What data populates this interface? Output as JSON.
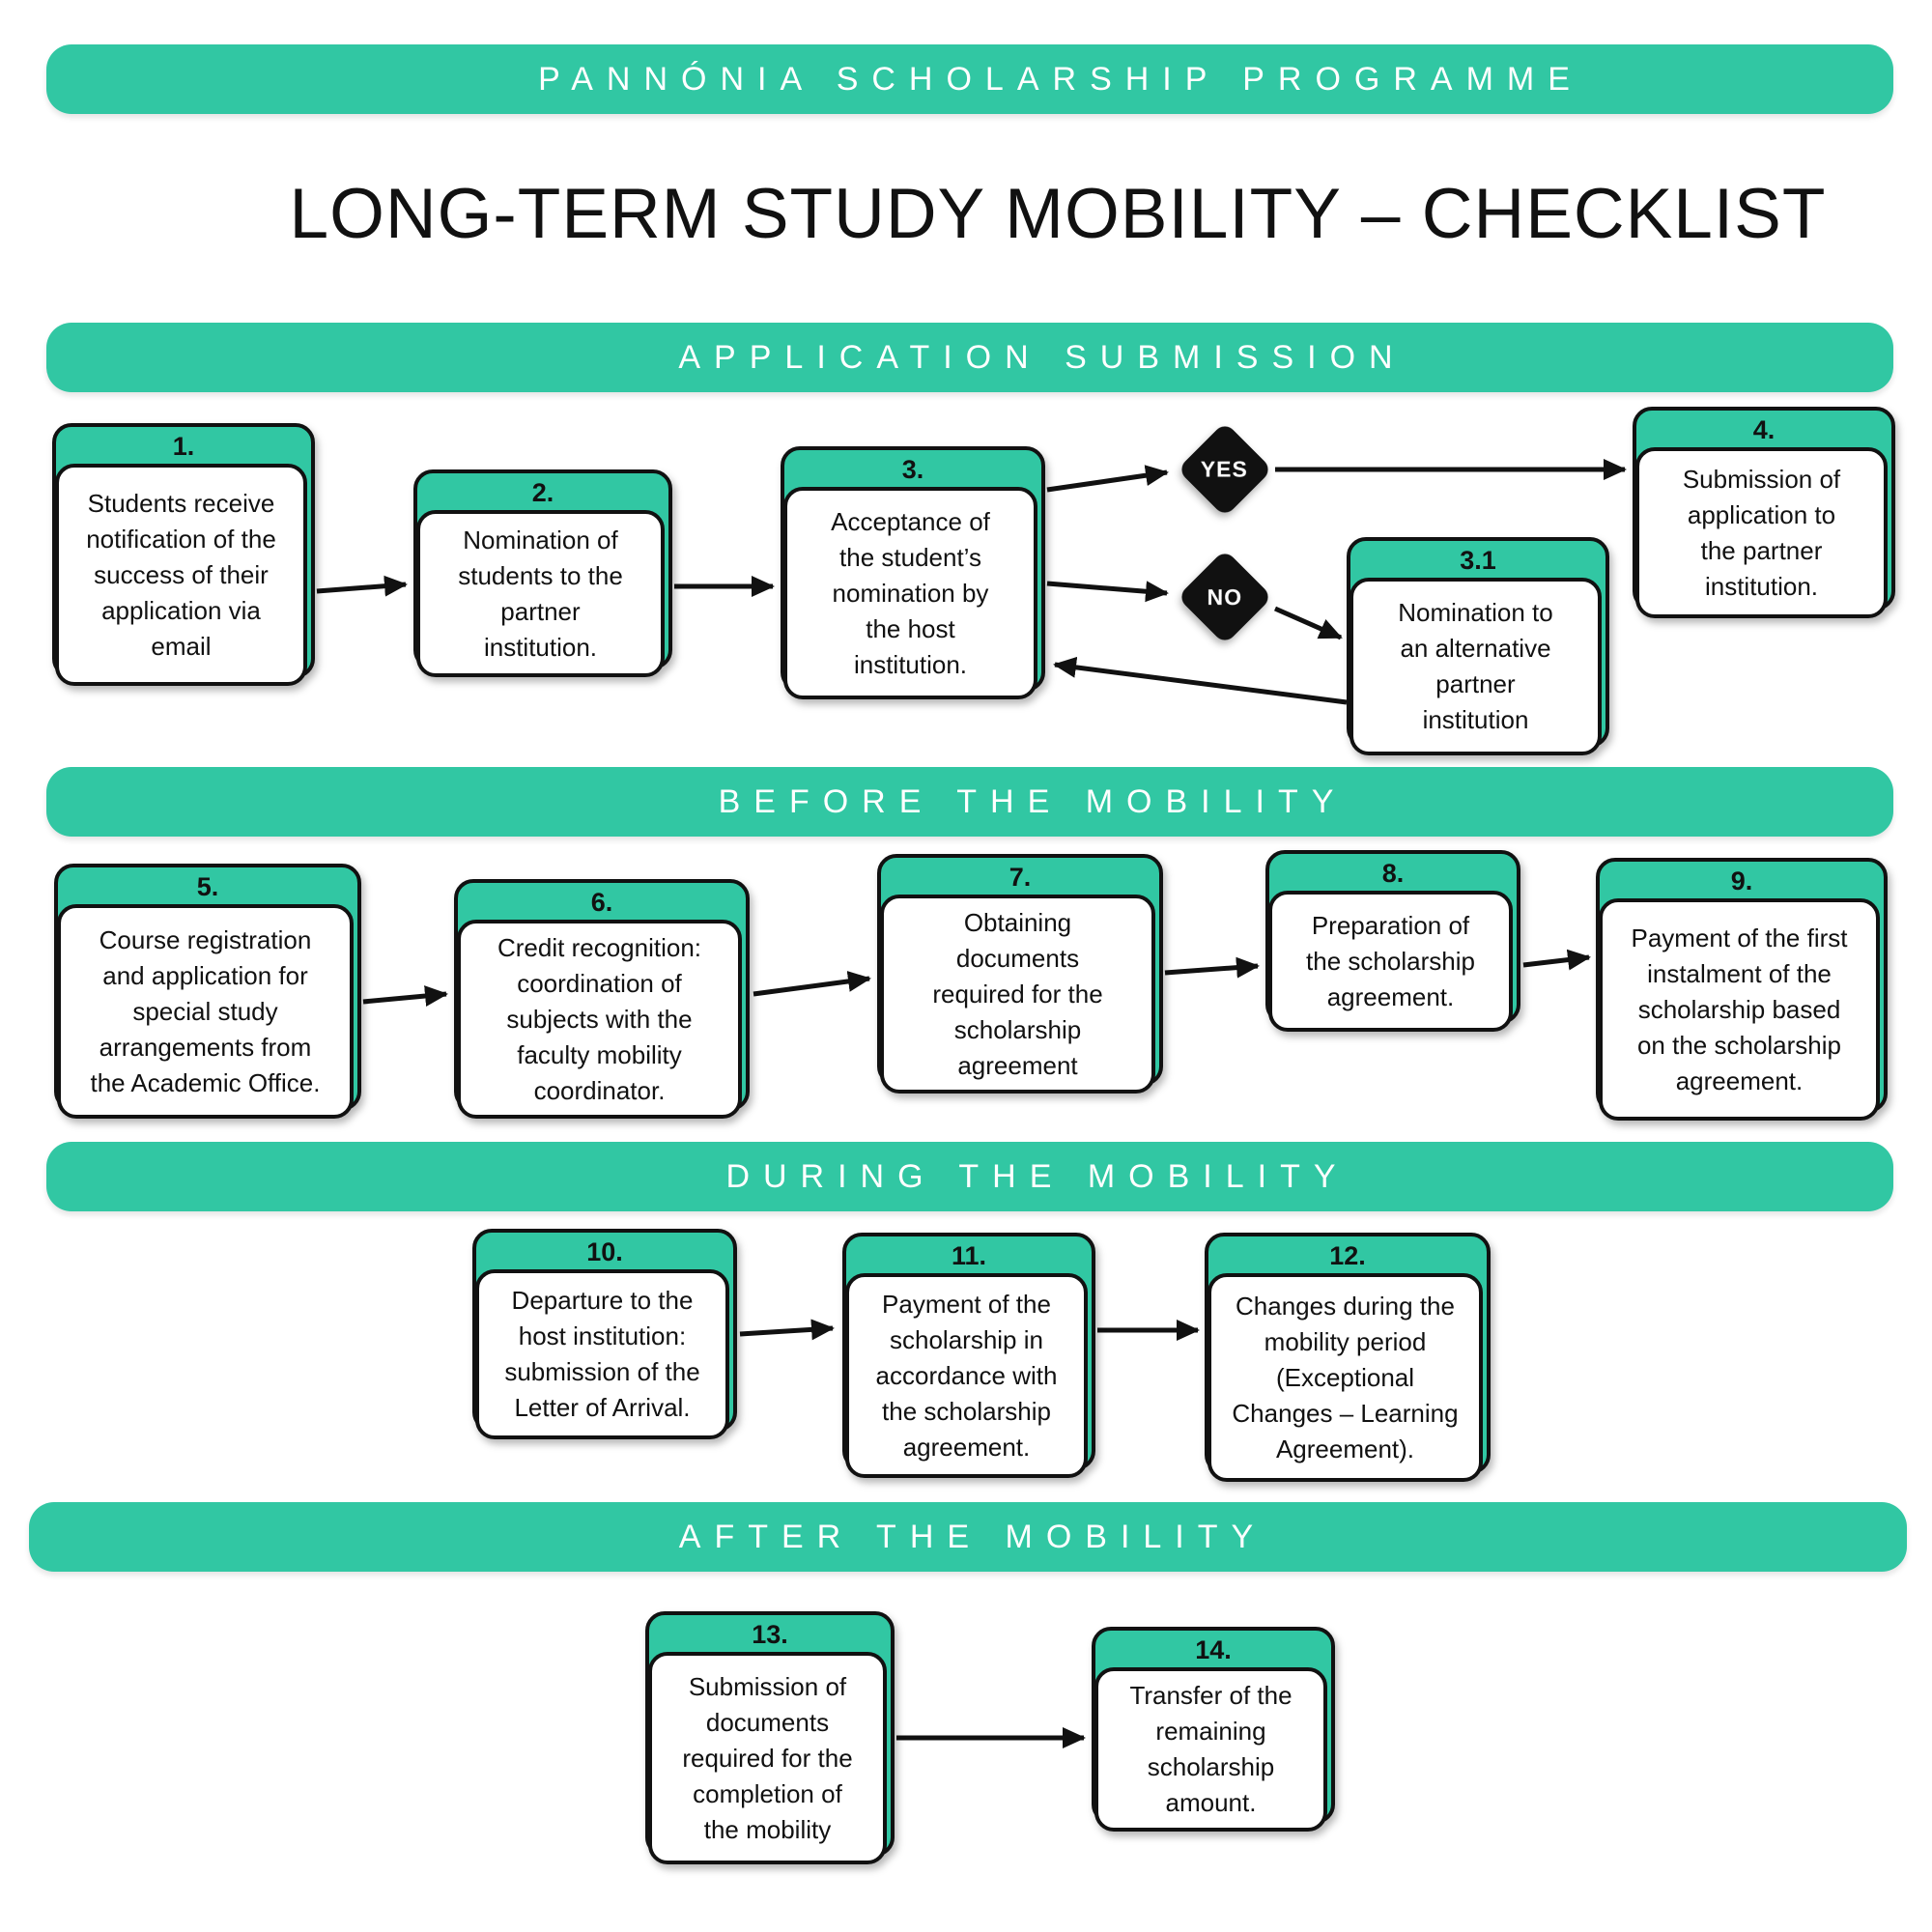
{
  "colors": {
    "teal": "#31c7a3",
    "ink": "#111111",
    "paper": "#ffffff"
  },
  "header": {
    "program_banner": "PANNÓNIA SCHOLARSHIP PROGRAMME",
    "title": "LONG-TERM STUDY MOBILITY – CHECKLIST"
  },
  "sections": [
    {
      "label": "APPLICATION SUBMISSION"
    },
    {
      "label": "BEFORE THE MOBILITY"
    },
    {
      "label": "DURING THE MOBILITY"
    },
    {
      "label": "AFTER THE MOBILITY"
    }
  ],
  "decisions": [
    {
      "label": "YES"
    },
    {
      "label": "NO"
    }
  ],
  "steps": [
    {
      "number": "1.",
      "text": "Students receive\nnotification of the\nsuccess of their\napplication via\nemail"
    },
    {
      "number": "2.",
      "text": "Nomination of\nstudents to the\npartner\ninstitution."
    },
    {
      "number": "3.",
      "text": "Acceptance of\nthe student’s\nnomination by\nthe host\ninstitution."
    },
    {
      "number": "3.1",
      "text": "Nomination to\nan alternative\npartner\ninstitution"
    },
    {
      "number": "4.",
      "text": "Submission of\napplication to\nthe partner\ninstitution."
    },
    {
      "number": "5.",
      "text": "Course registration\nand application for\nspecial study\narrangements from\nthe Academic Office."
    },
    {
      "number": "6.",
      "text": "Credit recognition:\ncoordination of\nsubjects with the\nfaculty mobility\ncoordinator."
    },
    {
      "number": "7.",
      "text": "Obtaining\ndocuments\nrequired for the\nscholarship\nagreement"
    },
    {
      "number": "8.",
      "text": "Preparation of\nthe scholarship\nagreement."
    },
    {
      "number": "9.",
      "text": "Payment of the first\ninstalment of the\nscholarship based\non the scholarship\nagreement."
    },
    {
      "number": "10.",
      "text": "Departure to the\nhost institution:\nsubmission of the\nLetter of Arrival."
    },
    {
      "number": "11.",
      "text": "Payment of the\nscholarship in\naccordance with\nthe scholarship\nagreement."
    },
    {
      "number": "12.",
      "text": "Changes during the\nmobility period\n(Exceptional\nChanges – Learning\nAgreement)."
    },
    {
      "number": "13.",
      "text": "Submission of\ndocuments\nrequired for the\ncompletion of\nthe mobility"
    },
    {
      "number": "14.",
      "text": "Transfer of the\nremaining\nscholarship\namount."
    }
  ]
}
